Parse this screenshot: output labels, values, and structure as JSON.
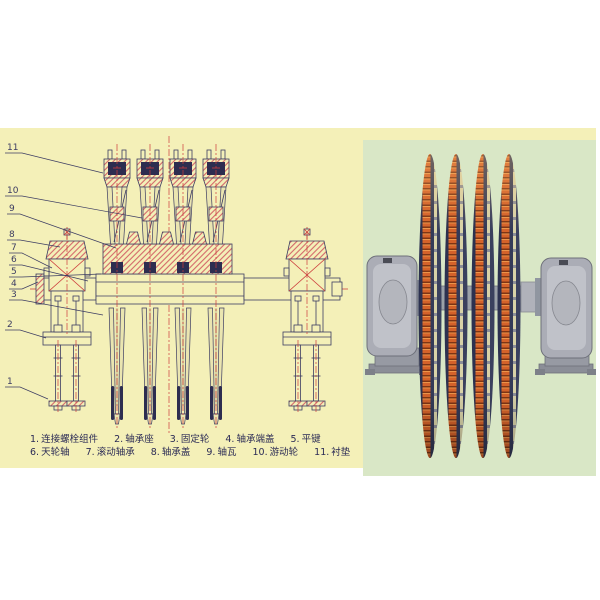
{
  "legend": {
    "items": [
      {
        "num": "1.",
        "label": "连接螺栓组件"
      },
      {
        "num": "2.",
        "label": "轴承座"
      },
      {
        "num": "3.",
        "label": "固定轮"
      },
      {
        "num": "4.",
        "label": "轴承端盖"
      },
      {
        "num": "5.",
        "label": "平键"
      },
      {
        "num": "6.",
        "label": "天轮轴"
      },
      {
        "num": "7.",
        "label": "滚动轴承"
      },
      {
        "num": "8.",
        "label": "轴承盖"
      },
      {
        "num": "9.",
        "label": "轴瓦"
      },
      {
        "num": "10.",
        "label": "游动轮"
      },
      {
        "num": "11.",
        "label": "衬垫"
      }
    ]
  },
  "drawing": {
    "callouts": [
      "11",
      "10",
      "9",
      "8",
      "7",
      "6",
      "5",
      "4",
      "3",
      "2",
      "1"
    ]
  },
  "colors": {
    "page_bg": "#ffffff",
    "panel_left_bg": "#f4f0b8",
    "panel_right_bg": "#d9e7c6",
    "line_navy": "#3c3c62",
    "dark_navy": "#2d2d50",
    "centerline_red": "#cc3b3b",
    "hatch_pink": "#d4686a",
    "leg_fill": "#eae5b0",
    "legend_text": "#2b2b55",
    "sheave_orange": "#d4622a",
    "rib_dark": "#7e3414",
    "rib_light": "#ef9a4e",
    "wheel_navy": "#2c3150",
    "wheel_khaki": "#d8d2a8",
    "bearing_gray": "#abadb6",
    "bearing_gray_dark": "#6e707a",
    "bearing_gray_light": "#c0c2c9"
  }
}
